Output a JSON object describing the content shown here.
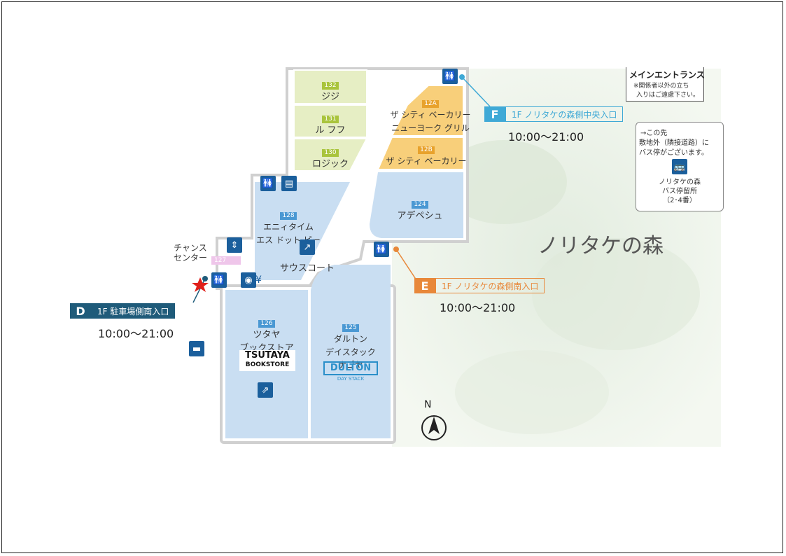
{
  "forest_label": "ノリタケの森",
  "main_entrance": {
    "title": "メインエントランス",
    "note_line1": "※関係者以外の立ち",
    "note_line2": "入りはご遠慮下さい。"
  },
  "bus_info": {
    "line1": "→この先",
    "line2": "敷地外（隣接道路）に",
    "line3": "バス停がございます。",
    "stop_line1": "ノリタケの森",
    "stop_line2": "バス停留所",
    "stop_line3": "（2･4番）"
  },
  "shops": [
    {
      "no": "132",
      "name": "ジジ"
    },
    {
      "no": "131",
      "name": "ル フフ"
    },
    {
      "no": "130",
      "name": "ロジック"
    },
    {
      "no": "12A",
      "name1": "ザ シティ ベーカリー",
      "name2": "ニューヨーク グリル"
    },
    {
      "no": "12B",
      "name": "ザ シティ ベーカリー"
    },
    {
      "no": "124",
      "name": "アデペシュ"
    },
    {
      "no": "128",
      "name1": "エニィタイム",
      "name2": "エス ドット ピー"
    },
    {
      "no": "127",
      "name1": "チャンス",
      "name2": "センター"
    },
    {
      "no": "126",
      "name1": "ツタヤ",
      "name2": "ブックストア",
      "logo1": "TSUTAYA",
      "logo2": "BOOKSTORE"
    },
    {
      "no": "125",
      "name1": "ダルトン",
      "name2": "デイスタック",
      "name3": "ナゴヤ",
      "logo1": "DULTON",
      "logo2": "DAY STACK"
    }
  ],
  "court": "サウスコート",
  "entrances": {
    "F": {
      "letter": "F",
      "label": "1F ノリタケの森側中央入口",
      "hours": "10:00～21:00"
    },
    "E": {
      "letter": "E",
      "label": "1F ノリタケの森側南入口",
      "hours": "10:00～21:00"
    },
    "D": {
      "letter": "D",
      "label": "1F 駐車場側南入口",
      "hours": "10:00～21:00"
    }
  },
  "compass": "N",
  "colors": {
    "entrance_f": "#3fa9d6",
    "entrance_e": "#e8883a",
    "entrance_d": "#1f5b7a",
    "shop_blue": "#c9def2",
    "shop_green": "#e6eec4",
    "shop_orange": "#f8cf7a",
    "marker": "#e0201b"
  },
  "icons": [
    "restroom-icon",
    "nursing-room-icon",
    "elevator-icon",
    "escalator-icon",
    "atm-icon",
    "baby-car-icon",
    "smoking-icon",
    "stairs-icon",
    "bus-icon",
    "star-marker-icon",
    "north-arrow-icon"
  ]
}
